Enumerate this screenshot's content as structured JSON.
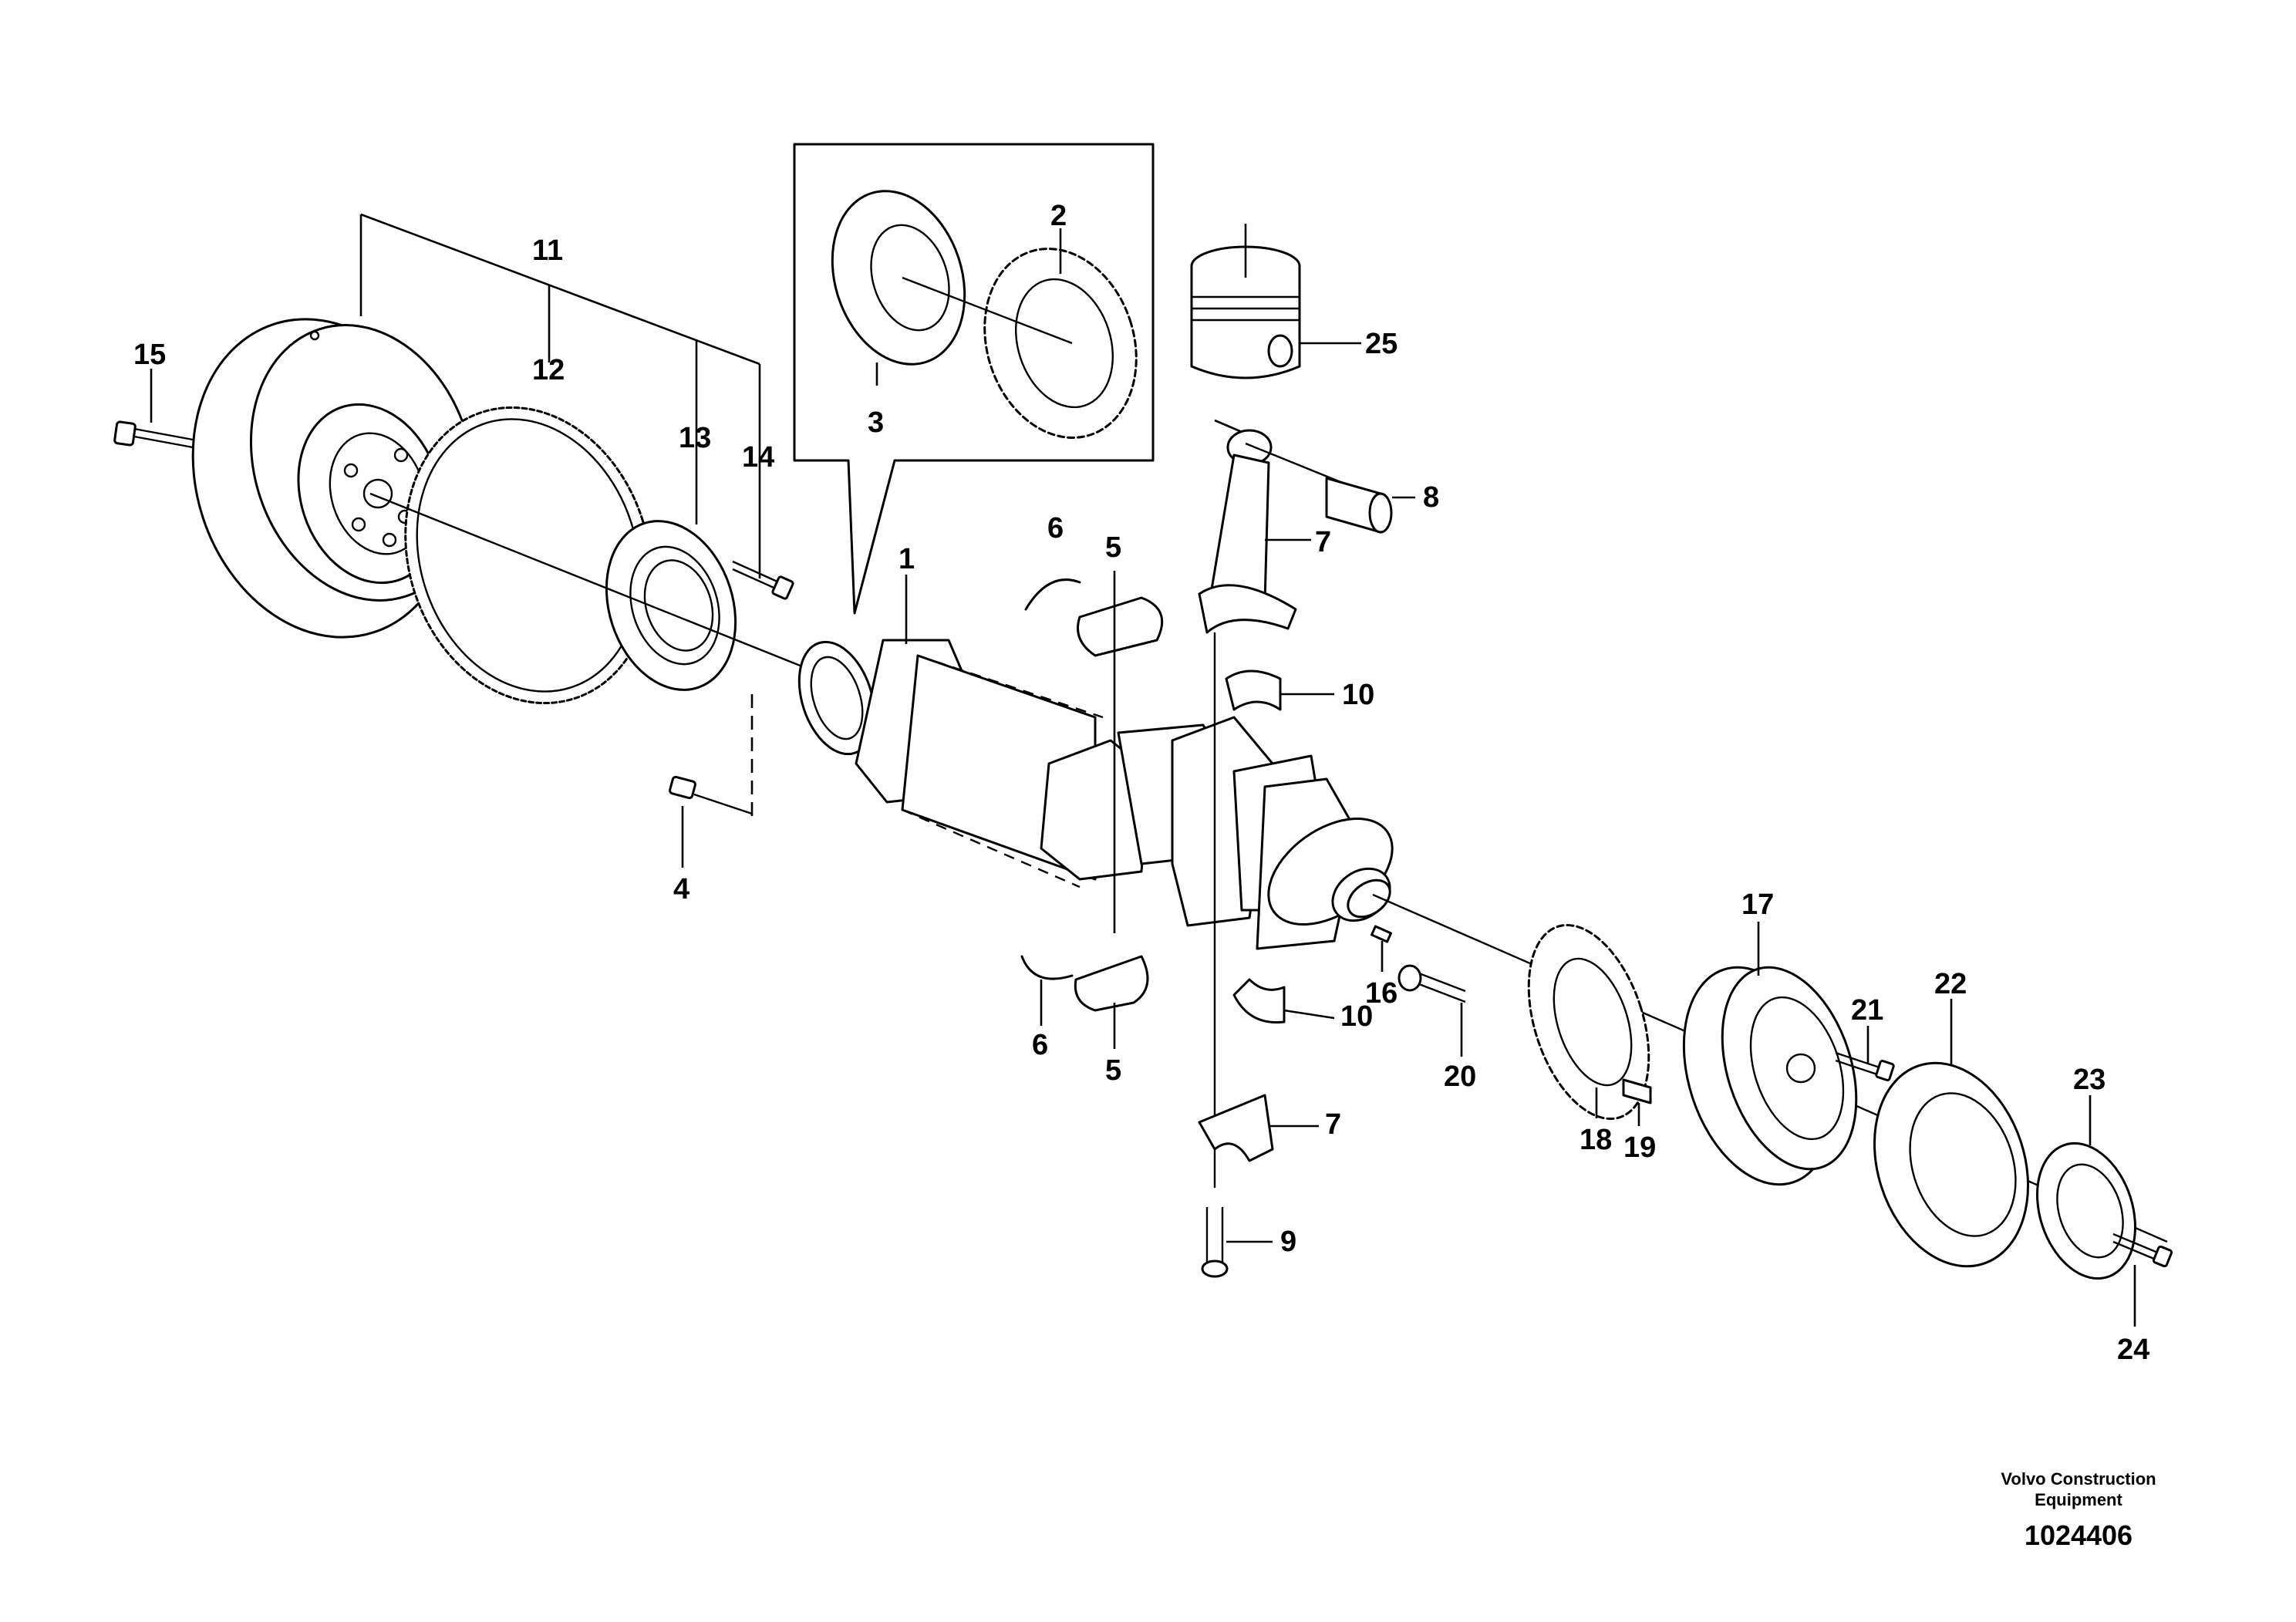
{
  "footer": {
    "brand_line1": "Volvo Construction",
    "brand_line2": "Equipment",
    "document_number": "1024406"
  },
  "callouts": {
    "n1": "1",
    "n2": "2",
    "n3": "3",
    "n4": "4",
    "n5a": "5",
    "n5b": "5",
    "n6a": "6",
    "n6b": "6",
    "n7a": "7",
    "n7b": "7",
    "n8": "8",
    "n9": "9",
    "n10a": "10",
    "n10b": "10",
    "n11": "11",
    "n12": "12",
    "n13": "13",
    "n14": "14",
    "n15": "15",
    "n16": "16",
    "n17": "17",
    "n18": "18",
    "n19": "19",
    "n20": "20",
    "n21": "21",
    "n22": "22",
    "n23": "23",
    "n24": "24",
    "n25": "25"
  }
}
